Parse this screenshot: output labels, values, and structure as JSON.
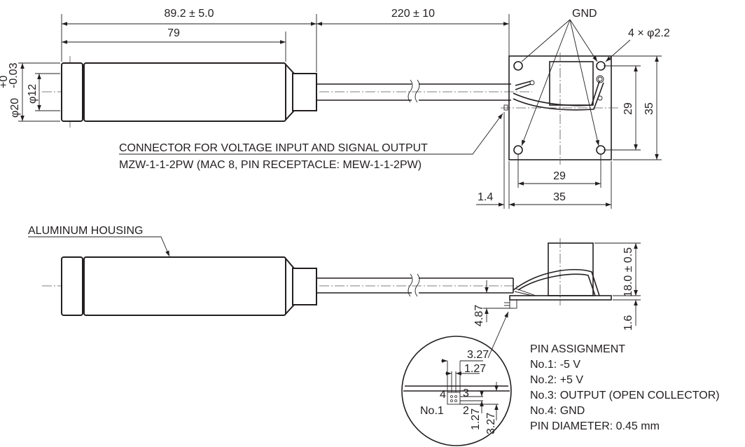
{
  "dimensions": {
    "overall_length": "89.2 ± 5.0",
    "body_length": "79",
    "cable_length": "220 ± 10",
    "outer_diameter": "φ20",
    "outer_tol_upper": "+0",
    "outer_tol_lower": "-0.03",
    "inner_diameter": "φ12",
    "hole_spec": "4 × φ2.2",
    "board_hole_pitch_v": "29",
    "board_size_v": "35",
    "board_hole_pitch_h": "29",
    "board_size_h": "35",
    "connector_offset": "1.4",
    "height": "18.0 ± 0.5",
    "board_thickness": "1.6",
    "connector_height": "4.87"
  },
  "labels": {
    "gnd": "GND",
    "connector_line1": "CONNECTOR FOR VOLTAGE INPUT AND SIGNAL OUTPUT",
    "connector_line2": "MZW-1-1-2PW (MAC 8, PIN RECEPTACLE: MEW-1-1-2PW)",
    "housing": "ALUMINUM HOUSING"
  },
  "detail": {
    "pitch_outer_h": "3.27",
    "pitch_inner_h": "1.27",
    "pitch_inner_v": "1.27",
    "pitch_outer_v": "3.27",
    "pin1": "No.1",
    "pin2": "2",
    "pin3": "3",
    "pin4": "4"
  },
  "pin_assignment": {
    "title": "PIN ASSIGNMENT",
    "items": [
      "No.1: -5 V",
      "No.2: +5 V",
      "No.3: OUTPUT (OPEN COLLECTOR)",
      "No.4: GND",
      "PIN DIAMETER: 0.45 mm"
    ]
  }
}
